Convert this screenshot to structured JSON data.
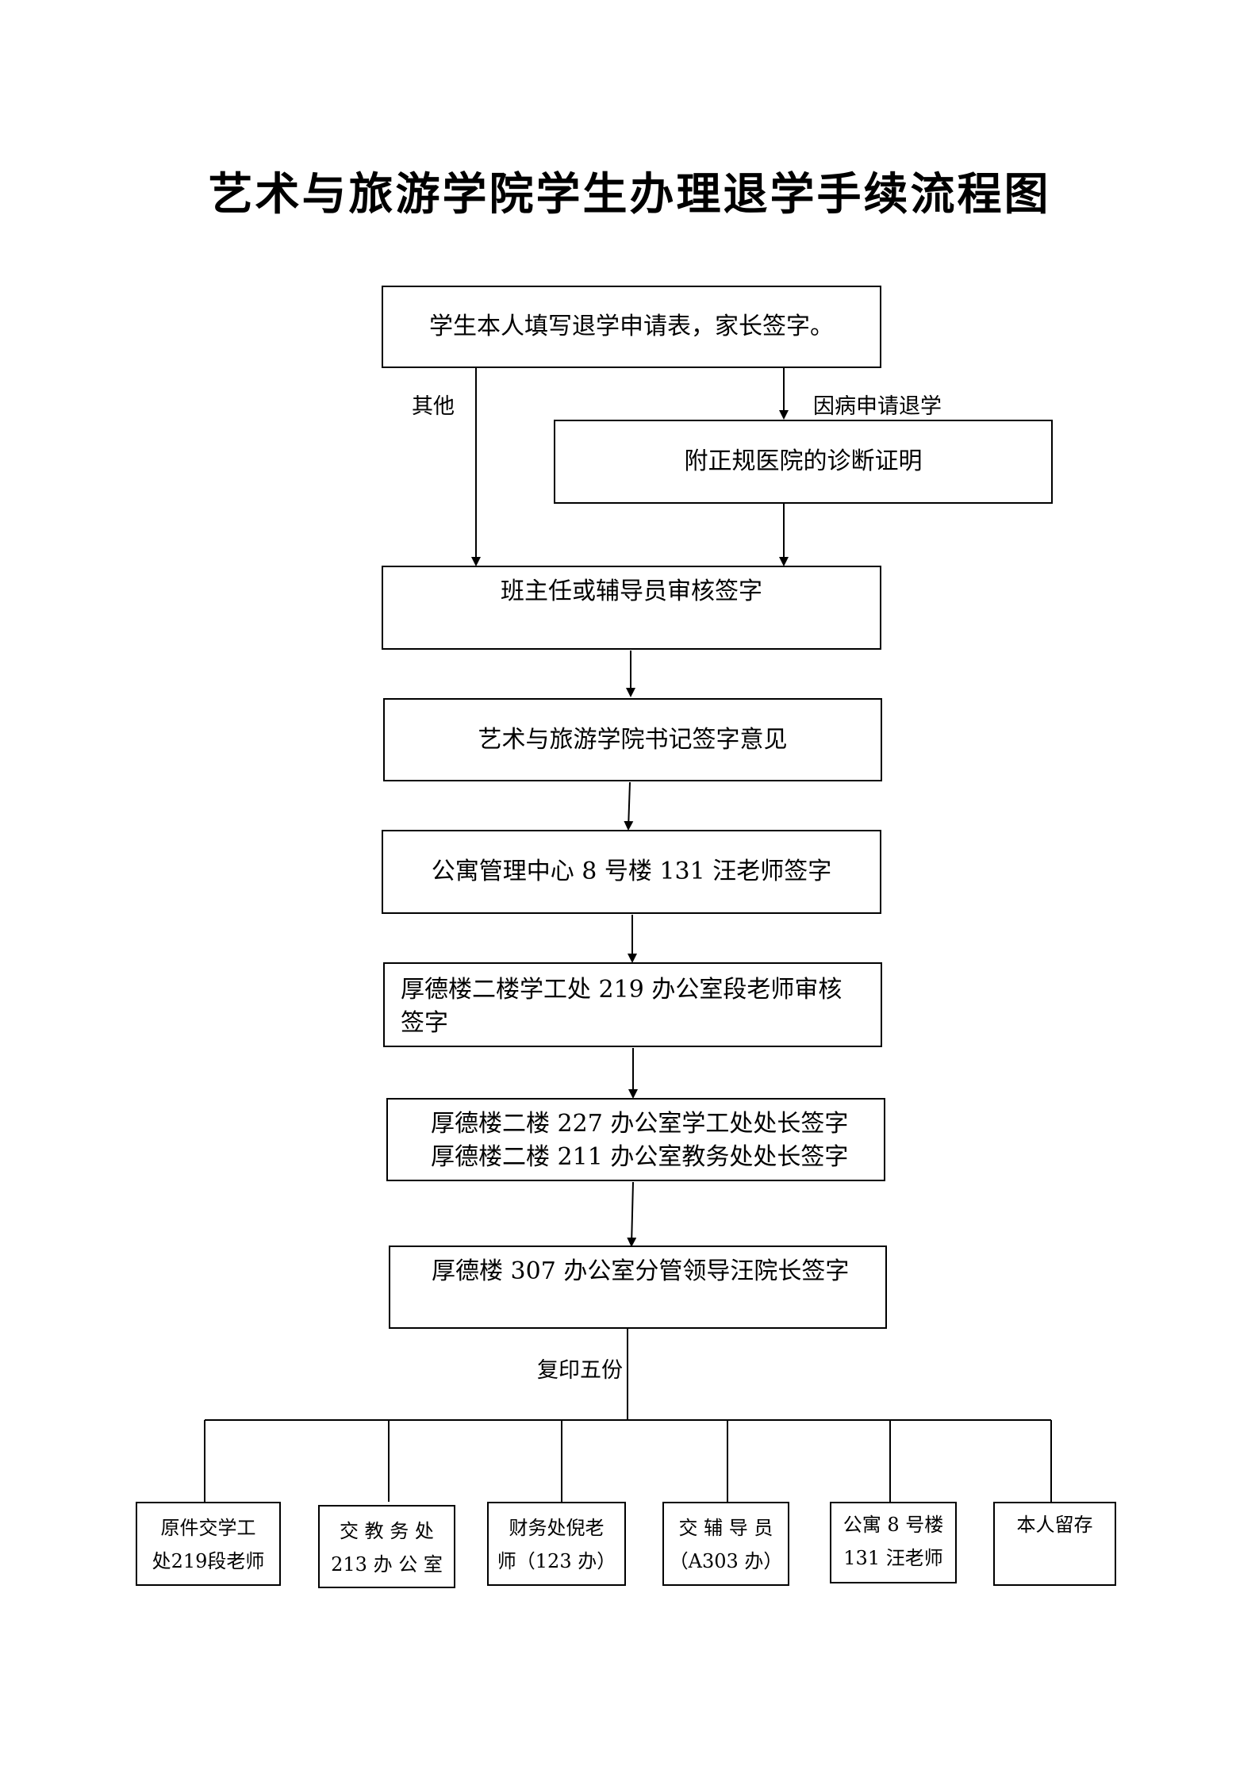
{
  "title": "艺术与旅游学院学生办理退学手续流程图",
  "steps": {
    "s1": "学生本人填写退学申请表，家长签字。",
    "s2": "附正规医院的诊断证明",
    "s3": "班主任或辅导员审核签字",
    "s4": "艺术与旅游学院书记签字意见",
    "s5": "公寓管理中心 8 号楼 131 汪老师签字",
    "s6": [
      "厚德楼二楼学工处 219 办公室段老师审核",
      "签字"
    ],
    "s7": [
      "厚德楼二楼 227 办公室学工处处长签字",
      "厚德楼二楼 211 办公室教务处处长签字"
    ],
    "s8": "厚德楼 307 办公室分管领导汪院长签字"
  },
  "labels": {
    "other": "其他",
    "illness": "因病申请退学",
    "copies": "复印五份"
  },
  "outputs": [
    [
      "原件交学工",
      "处219段老师"
    ],
    [
      "交 教 务 处",
      "213 办 公 室"
    ],
    [
      "财务处倪老",
      "师（123 办）"
    ],
    [
      "交 辅 导 员",
      "（A303 办）"
    ],
    [
      "公寓 8 号楼",
      "131 汪老师"
    ],
    [
      "本人留存",
      ""
    ]
  ]
}
